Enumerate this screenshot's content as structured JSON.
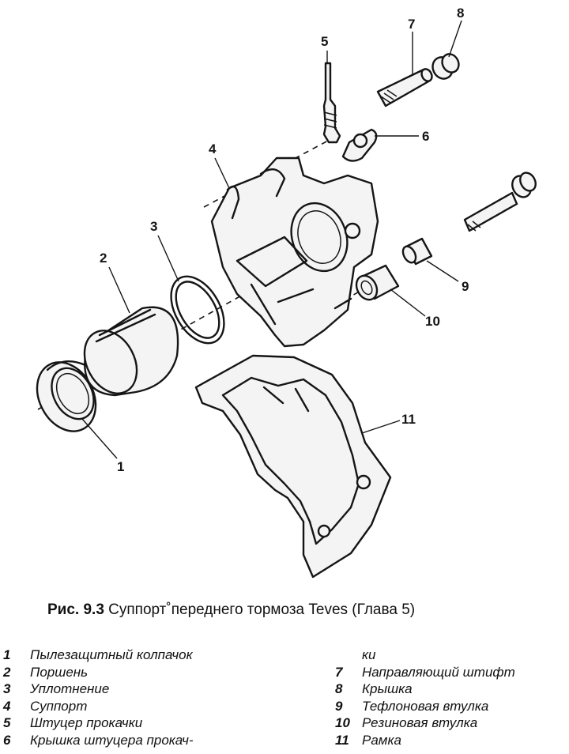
{
  "figure": {
    "caption_number": "Рис. 9.3",
    "caption_text": "Суппорт˚переднего тормоза Teves (Глава 5)",
    "callouts": [
      "1",
      "2",
      "3",
      "4",
      "5",
      "6",
      "7",
      "8",
      "9",
      "10",
      "11"
    ]
  },
  "legend": {
    "left": [
      {
        "num": "1",
        "text": "Пылезащитный колпачок"
      },
      {
        "num": "2",
        "text": "Поршень"
      },
      {
        "num": "3",
        "text": "Уплотнение"
      },
      {
        "num": "4",
        "text": "Суппорт"
      },
      {
        "num": "5",
        "text": "Штуцер прокачки"
      },
      {
        "num": "6",
        "text": "Крышка штуцера прокач-"
      }
    ],
    "right_continuation": "ки",
    "right": [
      {
        "num": "7",
        "text": "Направляющий штифт"
      },
      {
        "num": "8",
        "text": "Крышка"
      },
      {
        "num": "9",
        "text": "Тефлоновая втулка"
      },
      {
        "num": "10",
        "text": "Резиновая втулка"
      },
      {
        "num": "11",
        "text": "Рамка"
      }
    ]
  }
}
